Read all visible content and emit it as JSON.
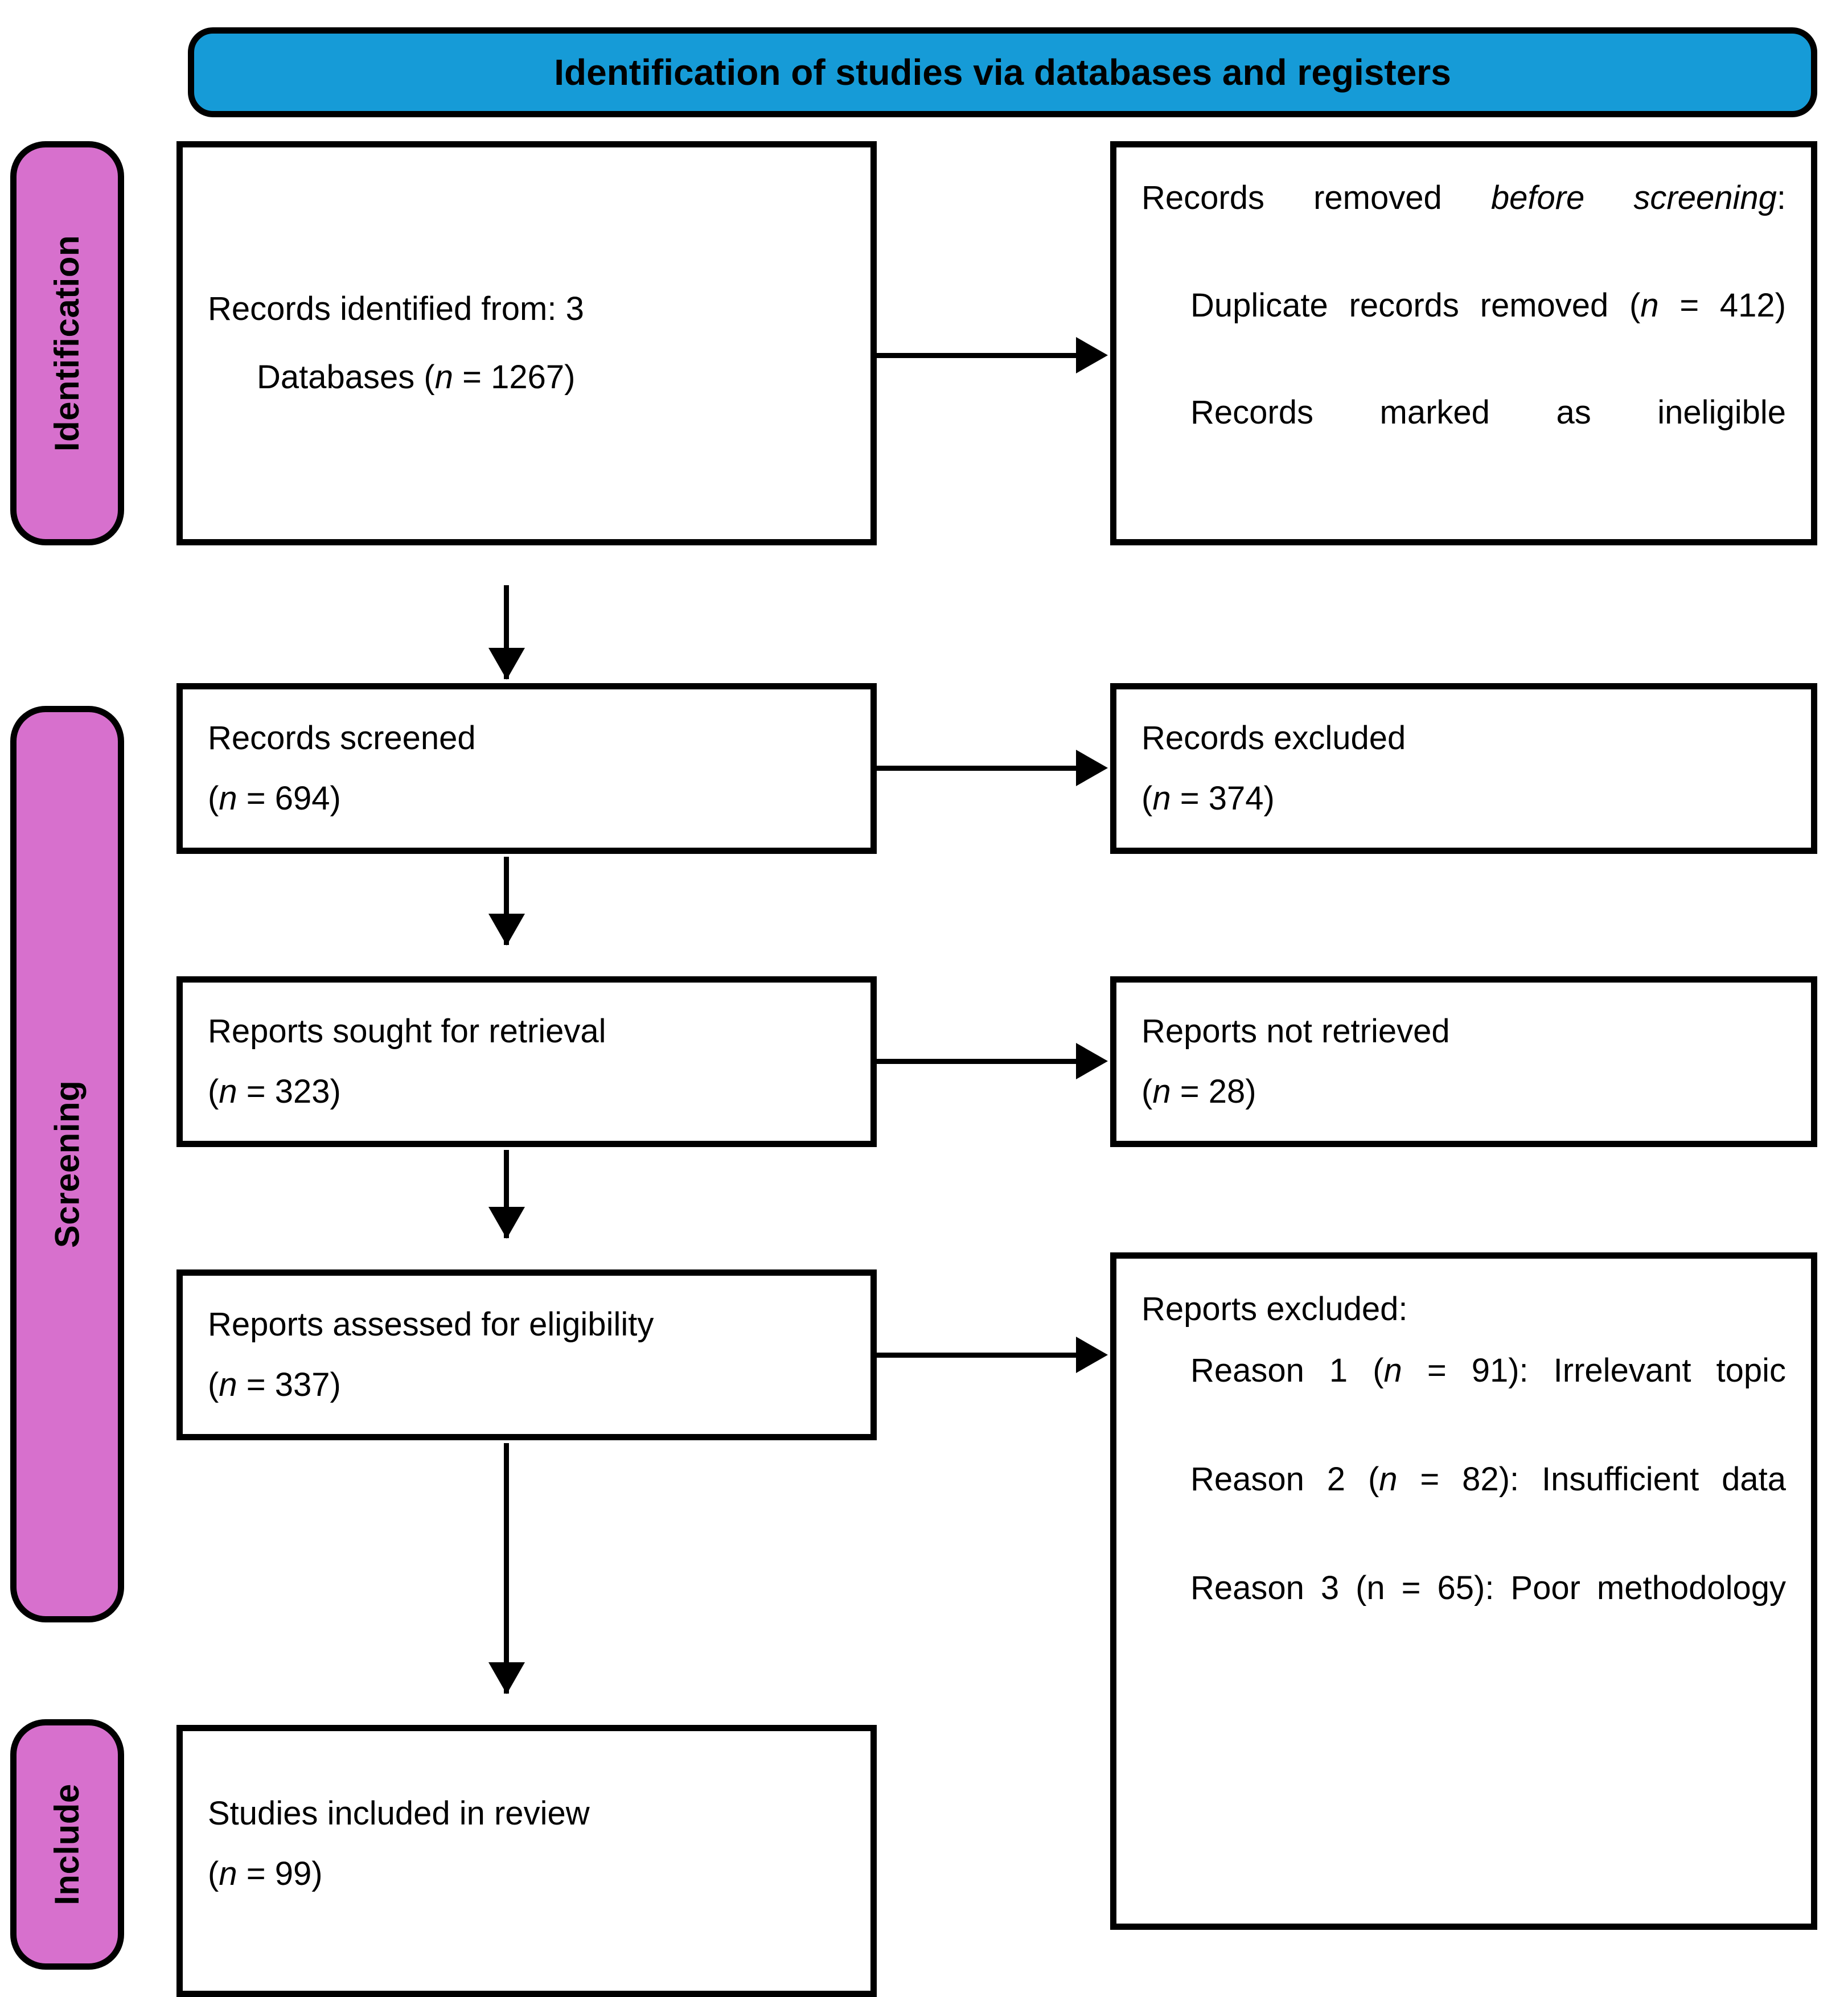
{
  "colors": {
    "banner_blue": "#169bd7",
    "phase_pink": "#d770cd",
    "box_white": "#ffffff",
    "line_black": "#000000"
  },
  "banner": {
    "title": "Identification of studies via databases and registers"
  },
  "phases": [
    {
      "key": "identification",
      "label": "Identification"
    },
    {
      "key": "screening",
      "label": "Screening"
    },
    {
      "key": "include",
      "label": "Include"
    }
  ],
  "boxes": {
    "records_identified": {
      "line1": "Records identified from: 3",
      "line2_a": "Databases (",
      "line2_n": "n",
      "line2_b": " = 1267)"
    },
    "records_removed": {
      "heading_a": "Records removed ",
      "heading_italic": "before screening",
      "heading_b": ":",
      "item1_a": "Duplicate records removed (",
      "item1_n": "n",
      "item1_b": " = 412)",
      "item2": "Records marked as ineligible"
    },
    "records_screened": {
      "line1": "Records screened",
      "line2_a": "(",
      "line2_n": "n",
      "line2_b": " = 694)"
    },
    "records_excluded": {
      "line1": "Records excluded",
      "line2_a": "(",
      "line2_n": "n",
      "line2_b": " = 374)"
    },
    "reports_sought": {
      "line1": "Reports sought for retrieval",
      "line2_a": "(",
      "line2_n": "n",
      "line2_b": " = 323)"
    },
    "reports_not_retrieved": {
      "line1": "Reports not retrieved",
      "line2_a": "(",
      "line2_n": "n",
      "line2_b": " = 28)"
    },
    "reports_assessed": {
      "line1": "Reports assessed for eligibility",
      "line2_a": "(",
      "line2_n": "n",
      "line2_b": " = 337)"
    },
    "reports_excluded": {
      "heading": "Reports excluded:",
      "reason1_a": "Reason 1 (",
      "reason1_n": "n",
      "reason1_b": " = 91): Irrelevant topic",
      "reason2_a": "Reason 2 (",
      "reason2_n": "n",
      "reason2_b": " = 82): Insufficient data",
      "reason3": "Reason 3 (n = 65): Poor methodology"
    },
    "studies_included": {
      "line1": "Studies included in review",
      "line2_a": "(",
      "line2_n": "n",
      "line2_b": " = 99)"
    }
  },
  "flow_counts": {
    "records_identified_databases": 1267,
    "databases_count": 3,
    "duplicate_records_removed": 412,
    "records_screened": 694,
    "records_excluded": 374,
    "reports_sought_for_retrieval": 323,
    "reports_not_retrieved": 28,
    "reports_assessed_for_eligibility": 337,
    "reports_excluded_reason1": 91,
    "reports_excluded_reason2": 82,
    "reports_excluded_reason3": 65,
    "studies_included_in_review": 99
  }
}
